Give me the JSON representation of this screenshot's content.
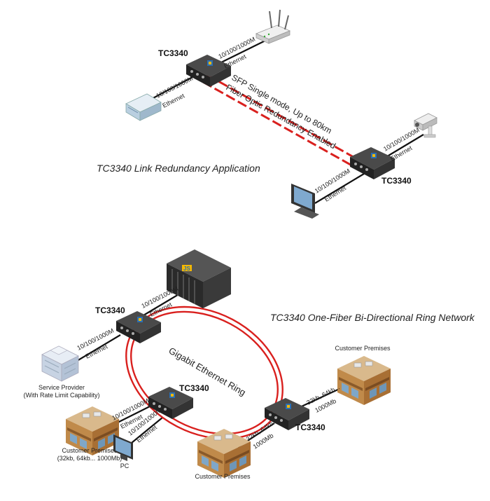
{
  "device_name": "TC3340",
  "link_speed": "10/100/1000M",
  "link_type": "Ethernet",
  "top": {
    "caption": "TC3340 Link Redundancy Application",
    "fiber_line1": "SFP Single mode, Up to 80km",
    "fiber_line2": "Fiber Optic Redundancy Enabled"
  },
  "bottom": {
    "caption": "TC3340 One-Fiber Bi-Directional Ring Network",
    "ring_label": "Gigabit Ethernet Ring",
    "chassis_logo": "JS",
    "service_provider": "Service Provider",
    "service_provider_sub": "(With Rate Limit Capability)",
    "customer_premises": "Customer Premises",
    "customer_premises_left_sub": "(32kb, 64kb... 1000Mb)",
    "pc": "PC",
    "rate_label": "32kb, 64kb...",
    "rate_max": "1000Mb"
  },
  "colors": {
    "fiber": "#d9201e",
    "device_body": "#2e2e2e",
    "logo_blue": "#2a6fb5"
  }
}
